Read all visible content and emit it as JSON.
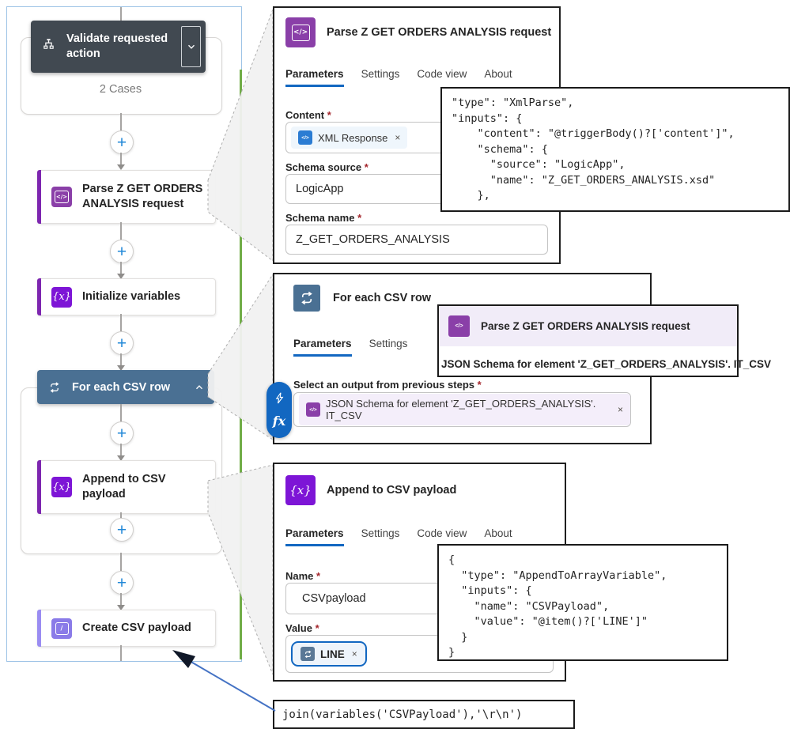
{
  "workflow": {
    "validate": {
      "label": "Validate requested action",
      "cases": "2 Cases"
    },
    "parse": {
      "label": "Parse Z GET ORDERS ANALYSIS request"
    },
    "init_vars": {
      "label": "Initialize variables"
    },
    "foreach": {
      "label": "For each CSV row"
    },
    "append": {
      "label": "Append to CSV payload"
    },
    "create": {
      "label": "Create CSV payload"
    }
  },
  "panel_parse": {
    "title": "Parse Z GET ORDERS ANALYSIS request",
    "tabs": [
      "Parameters",
      "Settings",
      "Code view",
      "About"
    ],
    "content_label": "Content",
    "content_chip": "XML Response",
    "schema_source_label": "Schema source",
    "schema_source_value": "LogicApp",
    "schema_name_label": "Schema name",
    "schema_name_value": "Z_GET_ORDERS_ANALYSIS"
  },
  "code_parse": "\"type\": \"XmlParse\",\n\"inputs\": {\n    \"content\": \"@triggerBody()?['content']\",\n    \"schema\": {\n      \"source\": \"LogicApp\",\n      \"name\": \"Z_GET_ORDERS_ANALYSIS.xsd\"\n    },",
  "panel_foreach": {
    "title": "For each CSV row",
    "tabs": [
      "Parameters",
      "Settings"
    ],
    "select_label": "Select an output from previous steps",
    "chip": "JSON Schema for element 'Z_GET_ORDERS_ANALYSIS'. IT_CSV"
  },
  "tooltip": {
    "title": "Parse Z GET ORDERS ANALYSIS request",
    "body": "JSON Schema for element 'Z_GET_ORDERS_ANALYSIS'. IT_CSV"
  },
  "panel_append": {
    "title": "Append to CSV payload",
    "tabs": [
      "Parameters",
      "Settings",
      "Code view",
      "About"
    ],
    "name_label": "Name",
    "name_value": "CSVpayload",
    "value_label": "Value",
    "value_chip": "LINE"
  },
  "code_append": "{\n  \"type\": \"AppendToArrayVariable\",\n  \"inputs\": {\n    \"name\": \"CSVPayload\",\n    \"value\": \"@item()?['LINE']\"\n  }\n}",
  "join_expression": "join(variables('CSVPayload'),'\\r\\n')",
  "ui": {
    "required": "*",
    "close": "×",
    "plus": "+"
  },
  "icons": {
    "xml_glyph": "</>",
    "variables_glyph": "{x}",
    "create_glyph": "/",
    "fx_glyph": "fx"
  },
  "colors": {
    "parse_purple": "#8a3fa8",
    "variables_purple": "#7d15d6",
    "create_violet": "#8a7be8",
    "foreach_blue": "#4a7093",
    "accent_blue": "#1267c1",
    "dark_header": "#414951",
    "green_guide": "#70ad47",
    "workflow_border": "#9dc3e6",
    "annotation_blue": "#4472c4"
  }
}
